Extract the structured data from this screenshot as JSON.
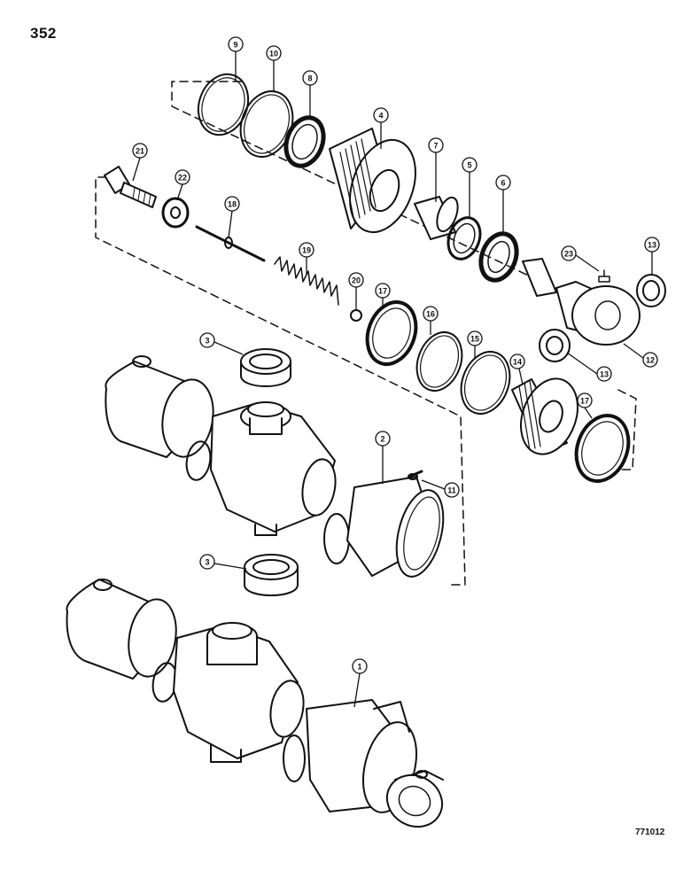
{
  "page": {
    "number": "352",
    "drawing_code": "771012"
  },
  "callouts": [
    {
      "label": "9"
    },
    {
      "label": "10"
    },
    {
      "label": "8"
    },
    {
      "label": "4"
    },
    {
      "label": "7"
    },
    {
      "label": "5"
    },
    {
      "label": "6"
    },
    {
      "label": "21"
    },
    {
      "label": "22"
    },
    {
      "label": "18"
    },
    {
      "label": "19"
    },
    {
      "label": "20"
    },
    {
      "label": "17"
    },
    {
      "label": "16"
    },
    {
      "label": "15"
    },
    {
      "label": "14"
    },
    {
      "label": "17"
    },
    {
      "label": "23"
    },
    {
      "label": "13"
    },
    {
      "label": "12"
    },
    {
      "label": "13"
    },
    {
      "label": "3"
    },
    {
      "label": "2"
    },
    {
      "label": "11"
    },
    {
      "label": "3"
    },
    {
      "label": "1"
    }
  ]
}
